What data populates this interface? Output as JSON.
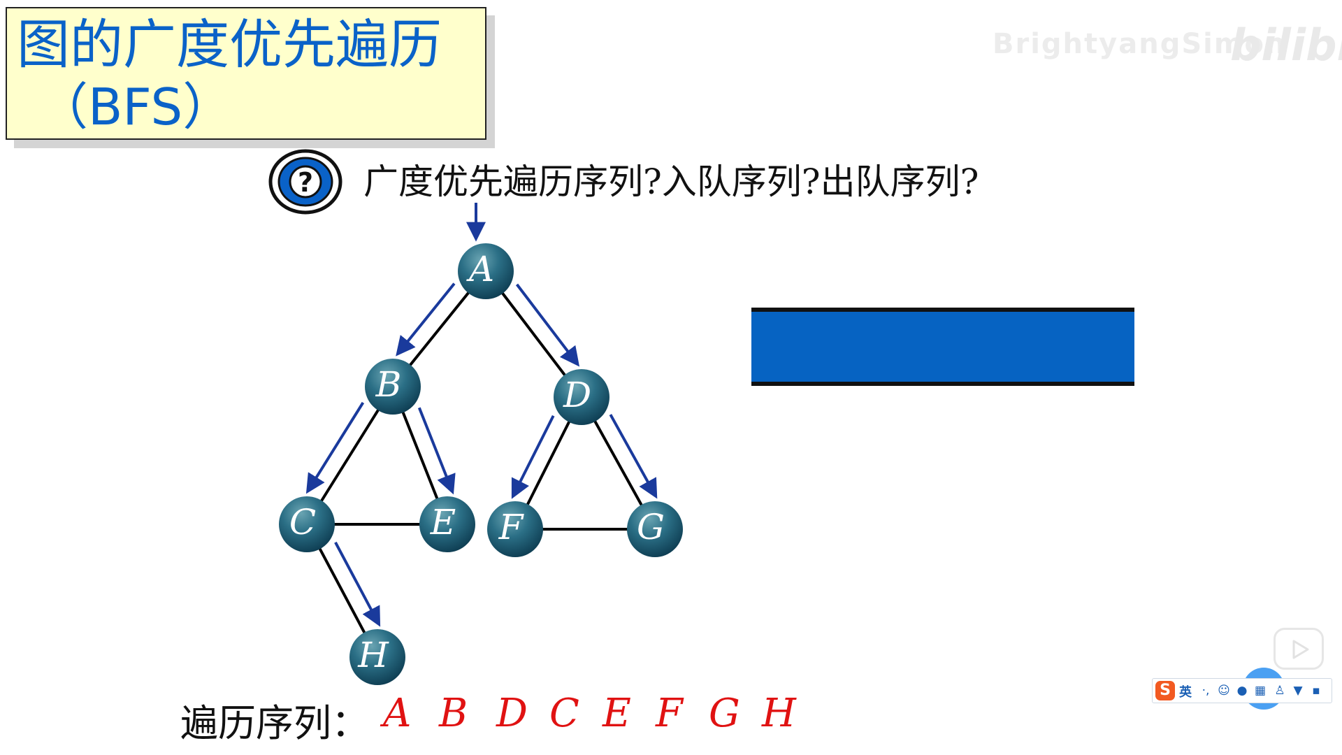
{
  "title": {
    "line1": "图的广度优先遍历",
    "line2": "（BFS）"
  },
  "watermark": {
    "user": "BrightyangSimon",
    "site": "bilibili"
  },
  "question": "广度优先遍历序列?入队序列?出队序列?",
  "help_icon": "question-mark-circle-icon",
  "graph": {
    "nodes": [
      "A",
      "B",
      "D",
      "C",
      "E",
      "F",
      "G",
      "H"
    ],
    "edges": [
      [
        "A",
        "B"
      ],
      [
        "A",
        "D"
      ],
      [
        "B",
        "C"
      ],
      [
        "B",
        "E"
      ],
      [
        "C",
        "E"
      ],
      [
        "D",
        "F"
      ],
      [
        "D",
        "G"
      ],
      [
        "F",
        "G"
      ],
      [
        "C",
        "H"
      ]
    ],
    "traversal_arrows": [
      [
        "start",
        "A"
      ],
      [
        "A",
        "B"
      ],
      [
        "A",
        "D"
      ],
      [
        "B",
        "C"
      ],
      [
        "B",
        "E"
      ],
      [
        "D",
        "F"
      ],
      [
        "D",
        "G"
      ],
      [
        "C",
        "H"
      ]
    ],
    "colors": {
      "node": "#1f5f78",
      "arrow": "#1a3a9c",
      "edge": "#000000"
    }
  },
  "queue": {
    "color": "#0663c2"
  },
  "sequence": {
    "label": "遍历序列：",
    "items": [
      "A",
      "B",
      "D",
      "C",
      "E",
      "F",
      "G",
      "H"
    ],
    "color": "#e01212"
  },
  "ime": {
    "logo": "S",
    "lang": "英",
    "icons": [
      "punctuation-icon",
      "emoji-icon",
      "microphone-icon",
      "keyboard-icon",
      "user-icon",
      "skin-icon",
      "grid-menu-icon"
    ]
  },
  "player": {
    "play_icon": "play-icon"
  }
}
